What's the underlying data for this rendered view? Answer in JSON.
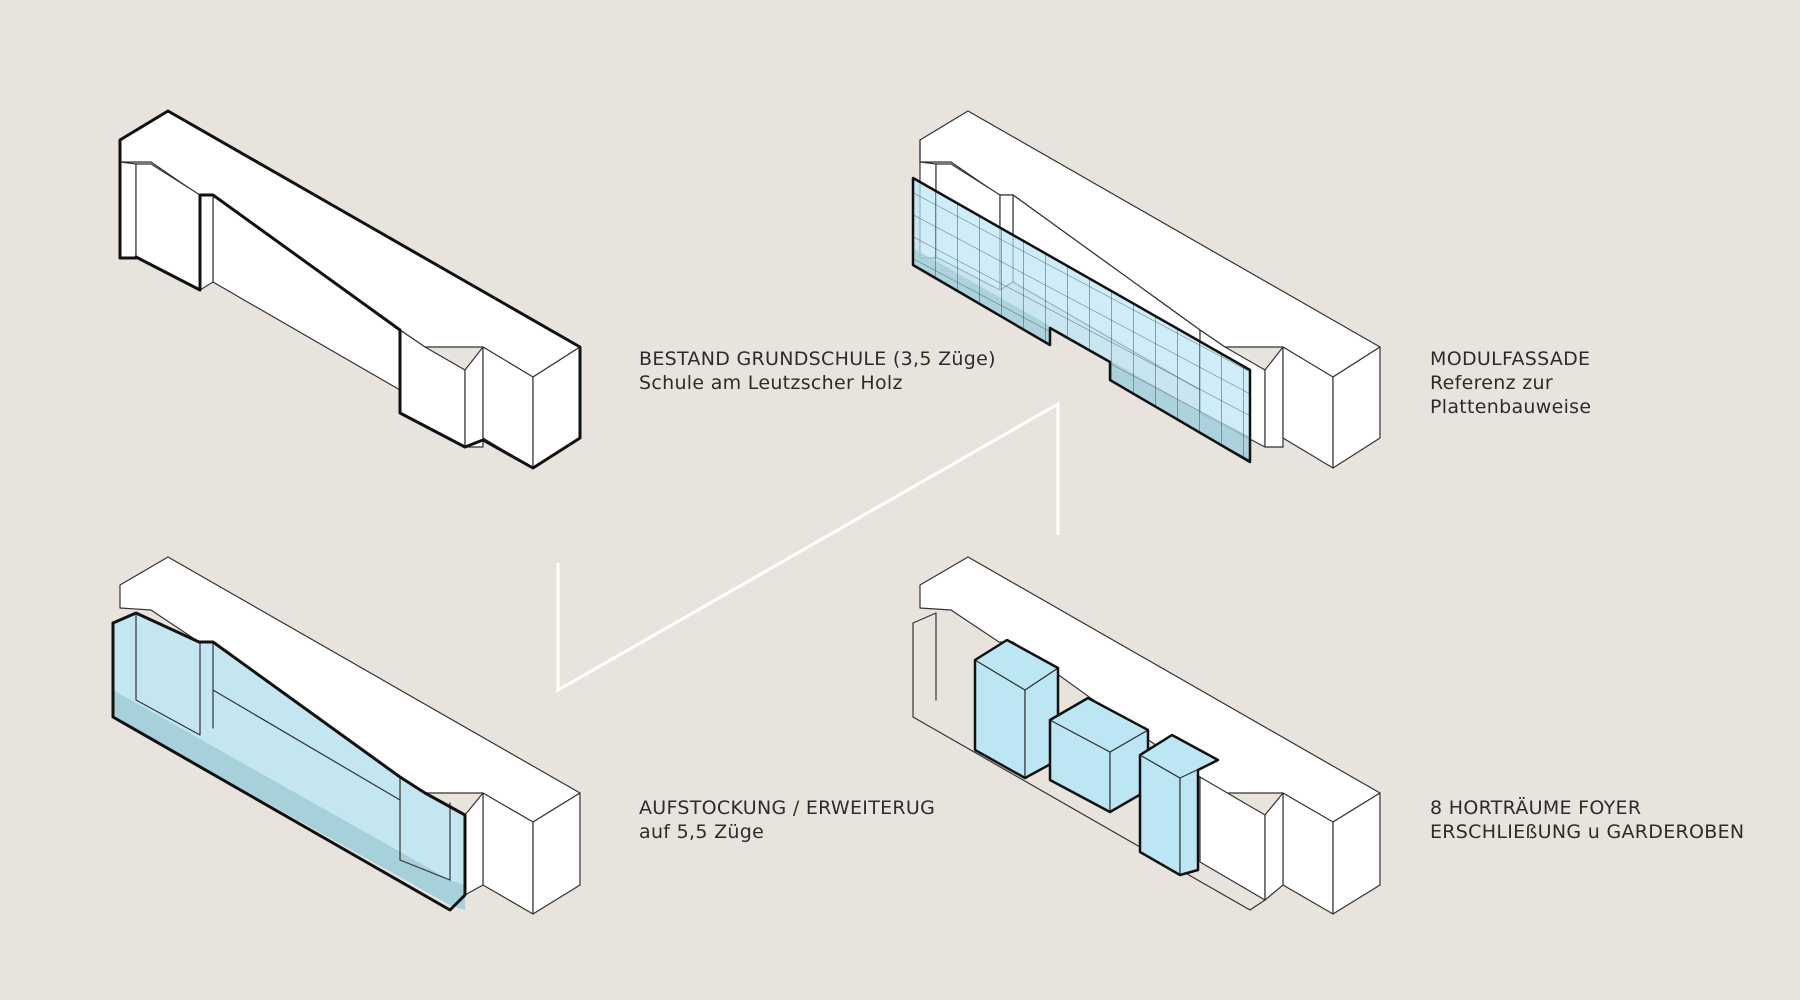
{
  "colors": {
    "background": "#e9e3de",
    "volume_fill": "#ffffff",
    "line": "#333333",
    "highlight_fill": "#bde6f5",
    "highlight_shade": "#9cc8d2",
    "connector": "#ffffff"
  },
  "labels": {
    "bestand": {
      "line1": "BESTAND  GRUNDSCHULE (3,5 Züge)",
      "line2": "Schule am Leutzscher Holz"
    },
    "modulfassade": {
      "line1": "MODULFASSADE",
      "line2": "Referenz zur",
      "line3": "Plattenbauweise"
    },
    "aufstockung": {
      "line1": "AUFSTOCKUNG / ERWEITERUG",
      "line2": "auf 5,5 Züge"
    },
    "hort": {
      "line1": "8 HORTRÄUME FOYER",
      "line2": "ERSCHLIEßUNG u GARDEROBEN"
    }
  }
}
